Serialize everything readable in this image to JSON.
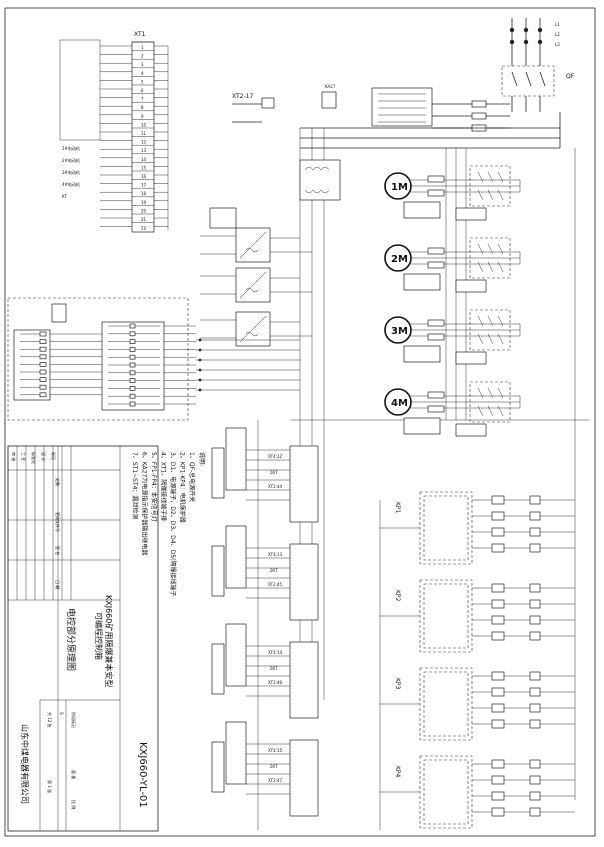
{
  "drawing": {
    "number": "KXJ660-YL-01",
    "title_line1": "KXJ660矿用隔爆兼本安型",
    "title_line2": "可编程控制箱",
    "title_line3": "电控部分原理图",
    "company": "山东中煤电器有限公司"
  },
  "title_block": {
    "row_labels": [
      "审 核",
      "工 艺",
      "标准化",
      "设 计",
      "标记"
    ],
    "col_labels": [
      "处数",
      "更改文件号",
      "签 名",
      "日 期"
    ],
    "stage_label": "阶段标记",
    "weight_label": "重 量",
    "scale_label": "比 例",
    "sheet_total": "共 12 张",
    "sheet_index": "第 1 张",
    "s_label": "S"
  },
  "notes": {
    "heading": "说明:",
    "lines": [
      "1、QF-总电源开关",
      "2、KP1-KP4：电机保护器",
      "3、D1、电源端子、D2、D3、D4、D5(隔爆接线端子",
      "4、XT1、隔爆接线端子排",
      "5、FP1-FP4：本安信号灯",
      "6、KA27为电源指示保护器输出继电器",
      "7、ST1~ST4：漏泄检测"
    ]
  },
  "motors": [
    "1M",
    "2M",
    "3M",
    "4M"
  ],
  "terminal_strip": {
    "label": "XT1",
    "numbers": [
      "1",
      "2",
      "3",
      "4",
      "5",
      "6",
      "7",
      "8",
      "9",
      "10",
      "11",
      "12",
      "13",
      "14",
      "15",
      "16",
      "17",
      "18",
      "19",
      "20",
      "21",
      "22"
    ]
  },
  "left_labels": [
    "1#电动机",
    "2#电动机",
    "3#电动机",
    "4#电动机",
    "KT"
  ],
  "top_labels": {
    "xt2": "XT2-17",
    "ka27": "KA27",
    "qf": "QF",
    "l1": "L1",
    "l2": "L2",
    "l3": "L3"
  },
  "protector_groups": [
    "KP1",
    "KP2",
    "KP3",
    "KP4"
  ],
  "aux_labels": [
    "XT4:12",
    "XT4:13",
    "XT4:14",
    "XT4:15",
    "XT2:44",
    "XT2:45",
    "XT2:46",
    "XT2:47",
    "007",
    "007",
    "007",
    "007"
  ],
  "colors": {
    "ink": "#222222",
    "paper": "#ffffff"
  }
}
